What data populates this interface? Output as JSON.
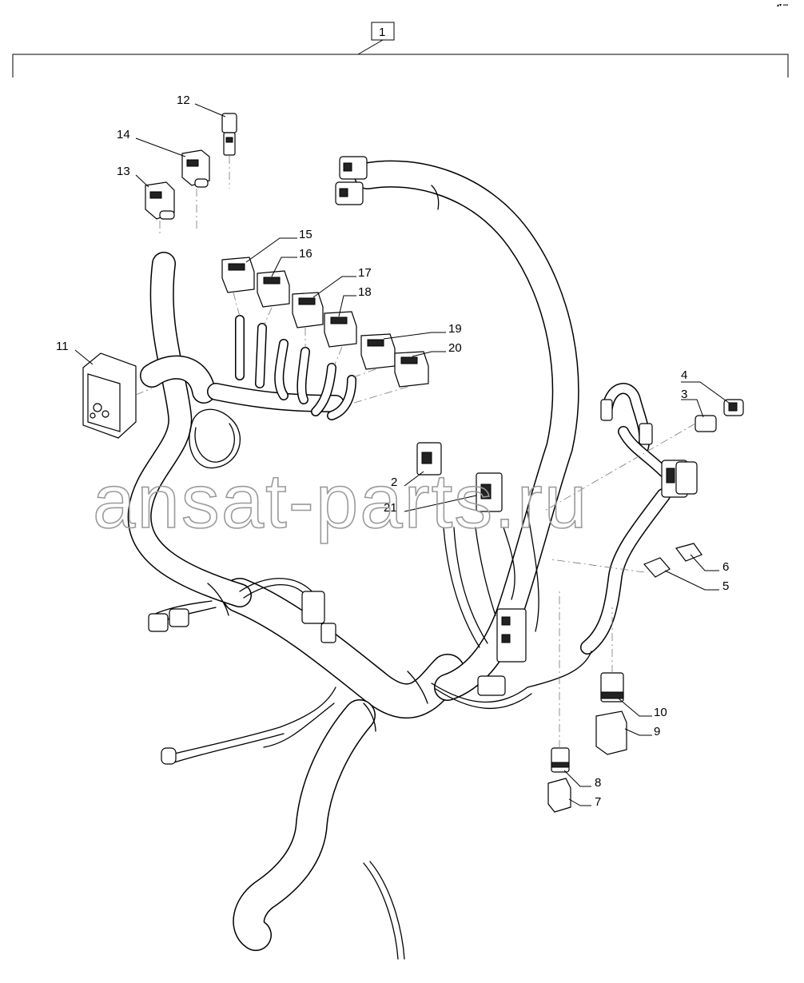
{
  "corner_mark": "▴▾ ▪▪▪",
  "assembly_label": "1",
  "watermark": "ansat-parts.ru",
  "callouts": [
    {
      "id": "c12",
      "text": "12"
    },
    {
      "id": "c14",
      "text": "14"
    },
    {
      "id": "c13",
      "text": "13"
    },
    {
      "id": "c15",
      "text": "15"
    },
    {
      "id": "c16",
      "text": "16"
    },
    {
      "id": "c17",
      "text": "17"
    },
    {
      "id": "c18",
      "text": "18"
    },
    {
      "id": "c19",
      "text": "19"
    },
    {
      "id": "c20",
      "text": "20"
    },
    {
      "id": "c11",
      "text": "11"
    },
    {
      "id": "c4",
      "text": "4"
    },
    {
      "id": "c3",
      "text": "3"
    },
    {
      "id": "c2",
      "text": "2"
    },
    {
      "id": "c21",
      "text": "21"
    },
    {
      "id": "c6",
      "text": "6"
    },
    {
      "id": "c5",
      "text": "5"
    },
    {
      "id": "c10",
      "text": "10"
    },
    {
      "id": "c9",
      "text": "9"
    },
    {
      "id": "c8",
      "text": "8"
    },
    {
      "id": "c7",
      "text": "7"
    }
  ]
}
